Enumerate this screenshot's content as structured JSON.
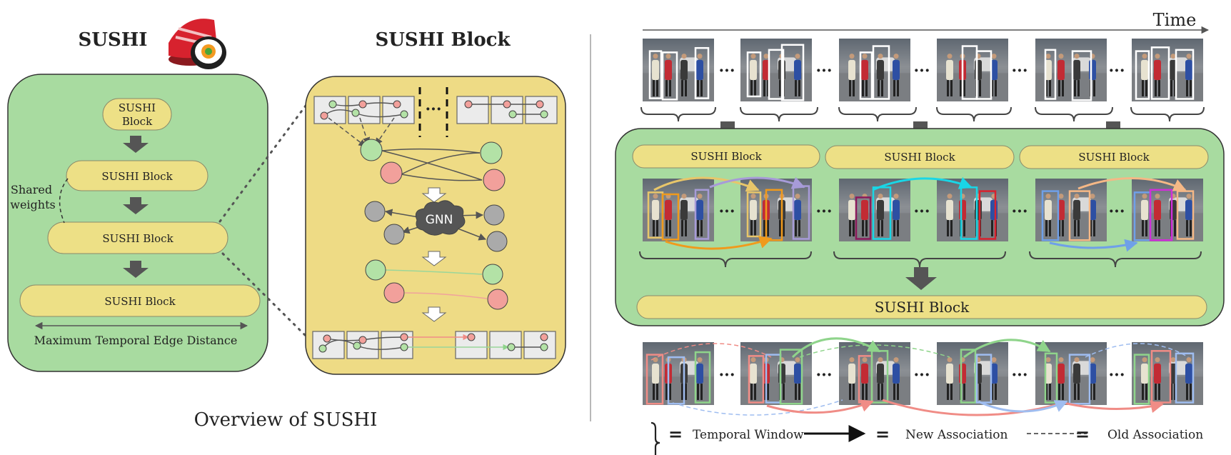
{
  "left": {
    "title": "SUSHI",
    "blocks": [
      "SUSHI Block",
      "SUSHI Block",
      "SUSHI Block",
      "SUSHI Block"
    ],
    "top_block_line1": "SUSHI",
    "top_block_line2": "Block",
    "shared_weights_line1": "Shared",
    "shared_weights_line2": "weights",
    "axis_label": "Maximum Temporal Edge Distance"
  },
  "middle": {
    "title": "SUSHI Block",
    "gnn_label": "GNN",
    "ellipsis": "···"
  },
  "caption": "Overview of SUSHI",
  "right": {
    "time_label": "Time",
    "level1_blocks": [
      "SUSHI Block",
      "SUSHI Block",
      "SUSHI Block"
    ],
    "level2_block": "SUSHI Block",
    "ellipsis": "···"
  },
  "legend": {
    "temporal_window": "Temporal Window",
    "new_association": "New Association",
    "old_association": "Old Association",
    "equals": "="
  },
  "colors": {
    "green_panel": "#a8dba0",
    "yellow_panel": "#eedb85",
    "pill": "#ede086",
    "node_green": "#b3e2a6",
    "node_red": "#f2a09b",
    "node_gray": "#aaaaaa",
    "arrow": "#555555"
  }
}
